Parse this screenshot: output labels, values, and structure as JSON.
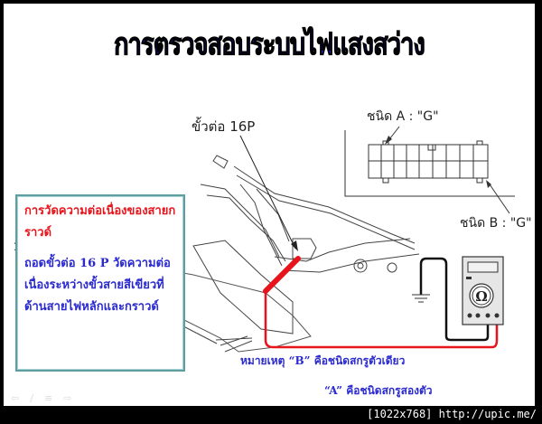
{
  "slide": {
    "title": "การตรวจสอบระบบไฟแสงสว่าง",
    "textbox": {
      "heading": "การวัดความต่อเนื่องของสายกราวด์",
      "body": "ถอดขั้วต่อ 16 P วัดความต่อเนื่องระหว่างขั้วสายสีเขียวที่ด้านสายไฟหลักและกราวด์"
    },
    "diagram": {
      "connector_label": "ขั้วต่อ 16P",
      "type_a_label": "ชนิด A : \"G\"",
      "type_b_label": "ชนิด B : \"G\"",
      "meter_symbol": "Ω",
      "note_line1": "หมายเหตุ “B” คือชนิดสกรูตัวเดียว",
      "note_line2": "“A” คือชนิดสกรูสองตัว"
    },
    "nav_icons": [
      "back-arrow-icon",
      "pen-icon",
      "menu-icon",
      "forward-arrow-icon"
    ],
    "colors": {
      "title": "#1a1ad6",
      "heading": "#e8141c",
      "body": "#2a2ad0",
      "box_border": "#5f9ea0",
      "wire_red": "#e8141c"
    }
  },
  "footer": {
    "credit": "[1022x768] http://upic.me/"
  }
}
